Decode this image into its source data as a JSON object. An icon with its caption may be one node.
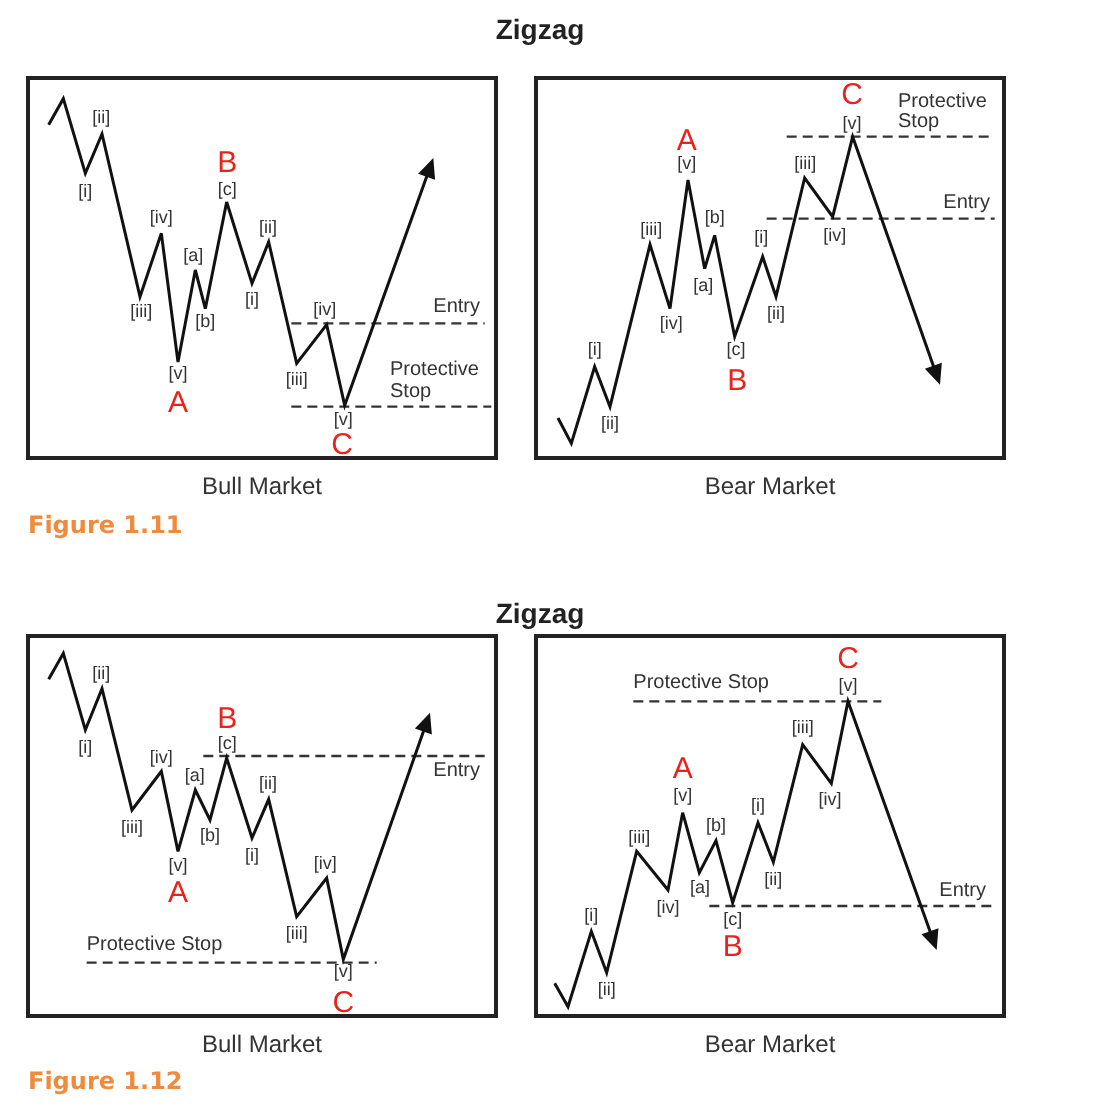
{
  "diagram": {
    "nodes": [
      {
        "text": [
          "Bull Market"
        ]
      },
      {
        "text": [
          "Bear Market"
        ]
      },
      {
        "text": [
          "Bull Market"
        ]
      },
      {
        "text": [
          "Bear Market"
        ]
      }
    ],
    "labels": [
      "Zigzag",
      "[ii]",
      "[i]",
      "B",
      "[c]",
      "[iv]",
      "[ii]",
      "[a]",
      "[iii]",
      "[b]",
      "[i]",
      "Entry",
      "[iv]",
      "[v]",
      "Protective Stop",
      "[iii]",
      "A",
      "[v]",
      "C",
      "C",
      "Protective Stop",
      "[v]",
      "A",
      "[v]",
      "[iii]",
      "Entry",
      "[b]",
      "[iii]",
      "[i]",
      "[iv]",
      "[a]",
      "[ii]",
      "[iv]",
      "[c]",
      "[i]",
      "B",
      "[ii]",
      "Figure 1.11",
      "Zigzag",
      "[ii]",
      "[i]",
      "B",
      "[c]",
      "[iv]",
      "[a]",
      "[ii]",
      "Entry",
      "[iii]",
      "[b]",
      "[i]",
      "[iv]",
      "[v]",
      "A",
      "[iii]",
      "Protective Stop",
      "[v]",
      "C",
      "C",
      "Protective Stop",
      "[v]",
      "[iii]",
      "A",
      "[v]",
      "[i]",
      "[b]",
      "[iii]",
      "[iv]",
      "[a]",
      "[ii]",
      "Entry",
      "[iv]",
      "[c]",
      "[i]",
      "B",
      "[ii]",
      "Figure 1.12"
    ]
  }
}
